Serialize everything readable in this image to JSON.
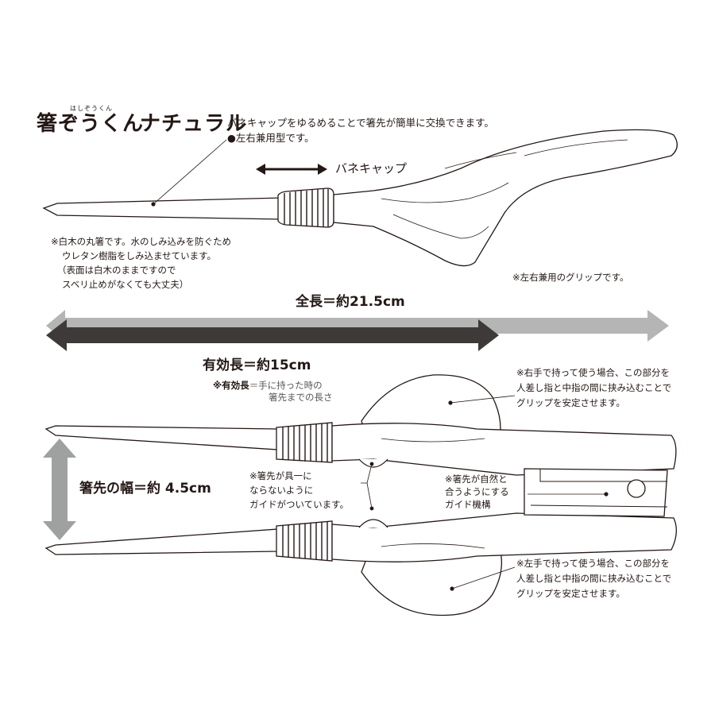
{
  "logo": {
    "brand": "箸ぞうくん",
    "ruby": "はしぞうくん",
    "name": "ナチュラル"
  },
  "top": {
    "desc_line1": "バネキャップをゆるめることで箸先が簡単に交換できます。",
    "desc_line2": "●左右兼用型です。",
    "spring_cap_label": "バネキャップ",
    "chopstick_note": [
      "※白木の丸箸です。水のしみ込みを防ぐため",
      "ウレタン樹脂をしみ込ませています。",
      "（表面は白木のままですので",
      "スベリ止めがなくても大丈夫）"
    ],
    "grip_note": "※左右兼用のグリップです。"
  },
  "dimensions": {
    "total_length": "全長＝約21.5cm",
    "effective_length": "有効長＝約15cm",
    "effective_note_bold": "※有効長",
    "effective_note_line1": "＝手に持った時の",
    "effective_note_line2": "箸先までの長さ",
    "tip_width": "箸先の幅＝約 4.5cm"
  },
  "bottom": {
    "right_hand_note": [
      "※右手で持って使う場合、この部分を",
      "人差し指と中指の間に挟み込むことで",
      "グリップを安定させます。"
    ],
    "guide_note": [
      "※箸先が具一に",
      "ならないように",
      "ガイドがついています。"
    ],
    "mechanism_note": [
      "※箸先が自然と",
      "合うようにする",
      "ガイド機構"
    ],
    "left_hand_note": [
      "※左手で持って使う場合、この部分を",
      "人差し指と中指の間に挟み込むことで",
      "グリップを安定させます。"
    ]
  },
  "colors": {
    "ink": "#231815",
    "arrow_dark": "#3e3a39",
    "arrow_light": "#b5b5b6",
    "arrow_mid": "#9fa0a0"
  }
}
